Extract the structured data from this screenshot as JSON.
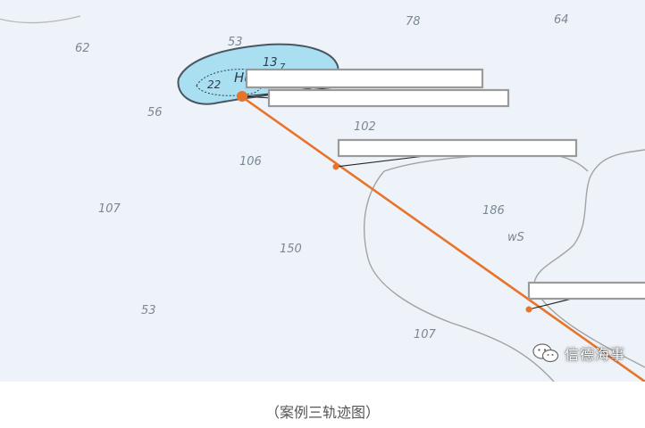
{
  "depth_soundings": [
    "62",
    "53",
    "78",
    "64",
    "56",
    "102",
    "106",
    "107",
    "186",
    "150",
    "53",
    "107"
  ],
  "soundings_in_shoal": [
    "13",
    "7",
    "22"
  ],
  "island_label": "Hu",
  "seabed_annotation": "wS",
  "watermark": {
    "text": "信德海事",
    "icon": "wechat-icon"
  },
  "caption": "（案例三轨迹图）",
  "colors": {
    "water": "#edf3f9",
    "shoal_fill": "#a9dff0",
    "contour": "#a3a3a3",
    "track": "#e8742b"
  }
}
